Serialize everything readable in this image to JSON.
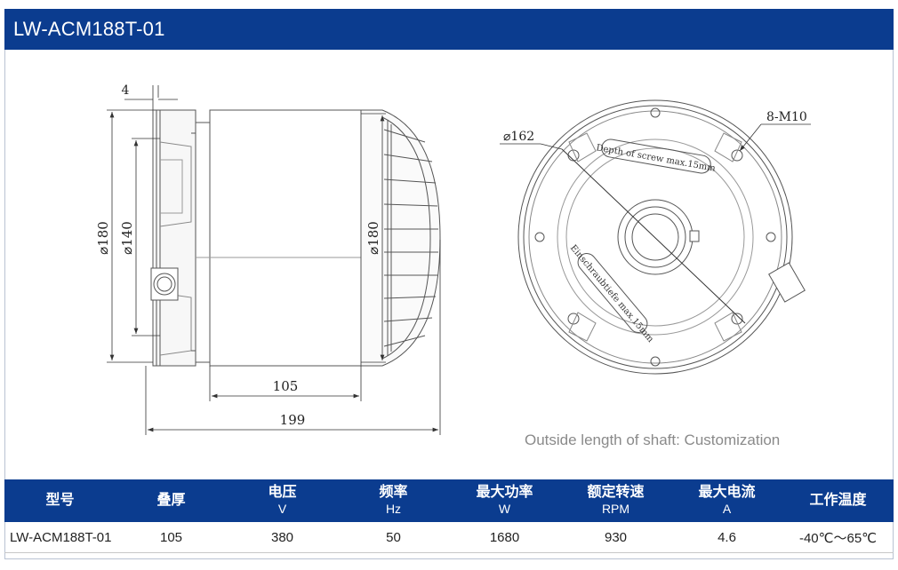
{
  "page": {
    "title": "LW-ACM188T-01",
    "note": "Outside length of shaft: Customization"
  },
  "drawing": {
    "side_view": {
      "dim_flange": "4",
      "dim_outer_left": "⌀180",
      "dim_inner_left": "⌀140",
      "dim_outer_right": "⌀180",
      "dim_body": "105",
      "dim_total": "199"
    },
    "front_view": {
      "dim_diameter": "⌀162",
      "dim_screws": "8-M10",
      "arc_label_top": "Depth of screw max.15mm",
      "arc_label_bottom": "Einschraubtiefe max.15mm"
    }
  },
  "table": {
    "headers": [
      {
        "label": "型号",
        "unit": ""
      },
      {
        "label": "叠厚",
        "unit": ""
      },
      {
        "label": "电压",
        "unit": "V"
      },
      {
        "label": "频率",
        "unit": "Hz"
      },
      {
        "label": "最大功率",
        "unit": "W"
      },
      {
        "label": "额定转速",
        "unit": "RPM"
      },
      {
        "label": "最大电流",
        "unit": "A"
      },
      {
        "label": "工作温度",
        "unit": ""
      }
    ],
    "rows": [
      [
        "LW-ACM188T-01",
        "105",
        "380",
        "50",
        "1680",
        "930",
        "4.6",
        "-40℃～65℃"
      ]
    ]
  }
}
